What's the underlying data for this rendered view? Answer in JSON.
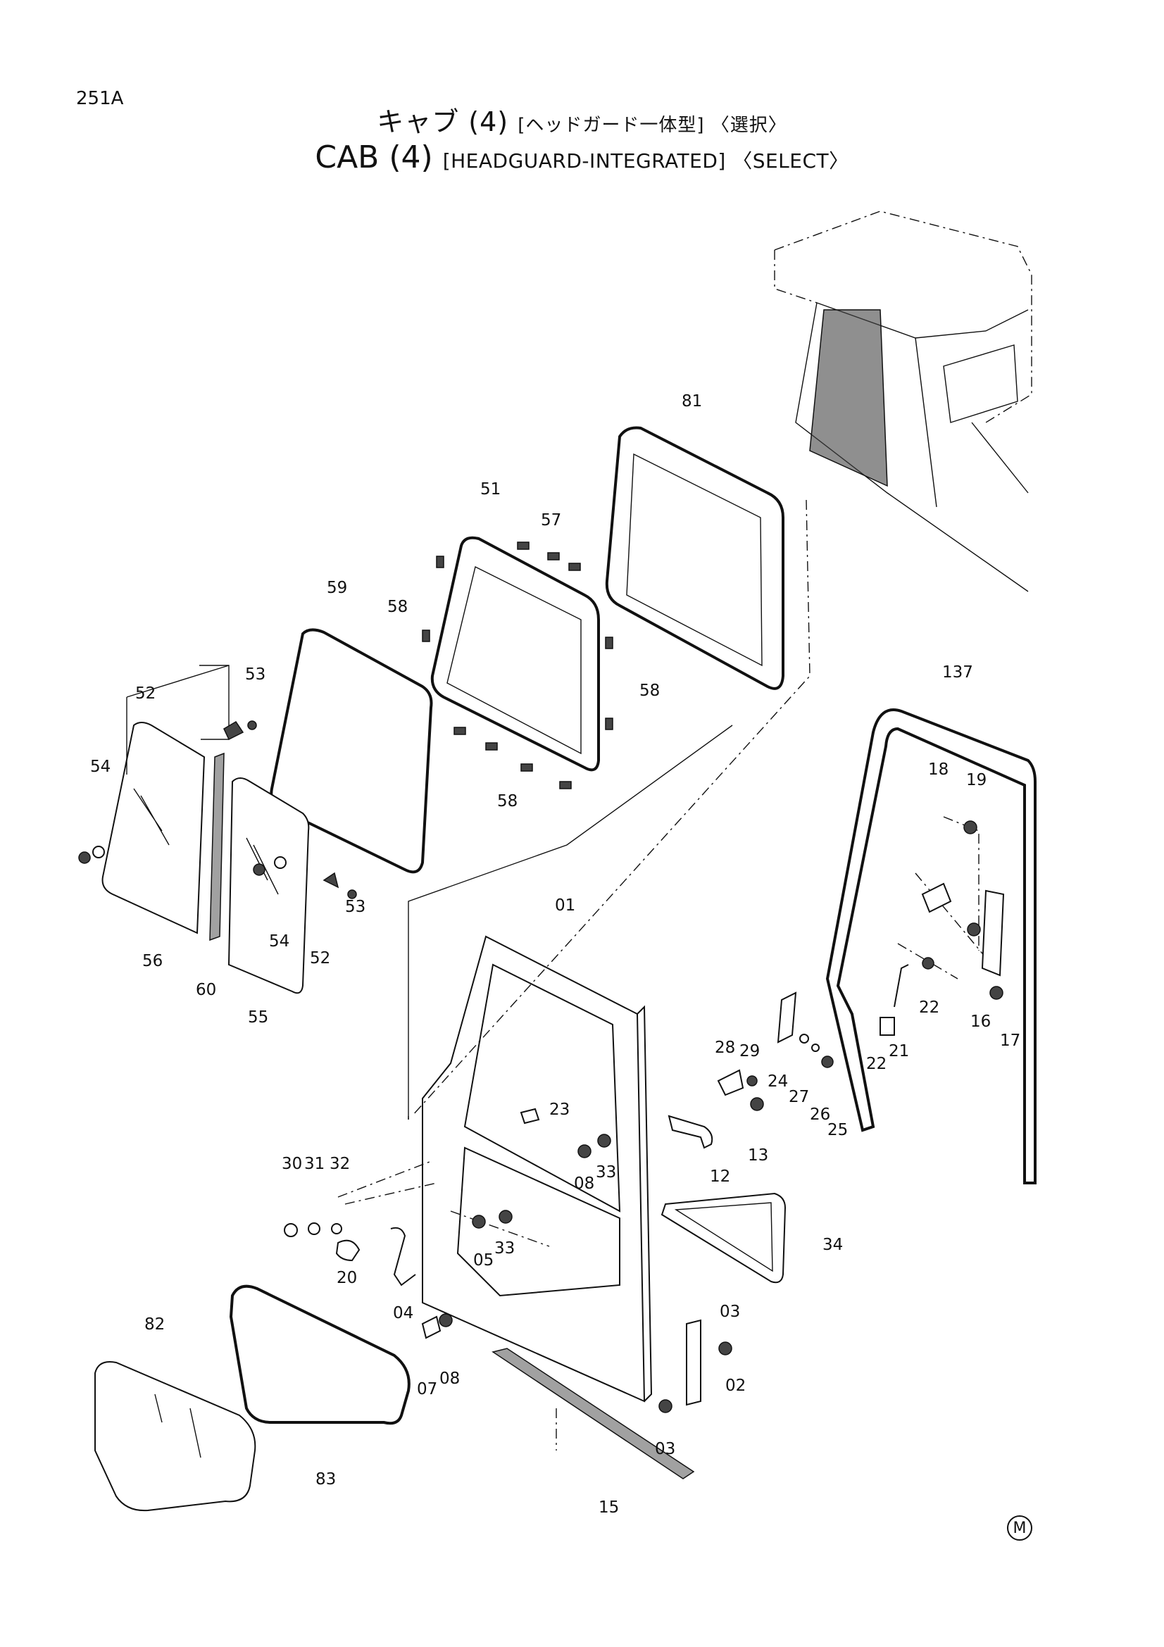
{
  "header": {
    "page_number": "251A",
    "title_jp_main": "キャブ (4)",
    "title_jp_sub": "[ヘッドガード一体型] 〈選択〉",
    "title_en_main": "CAB (4)",
    "title_en_sub": "[HEADGUARD-INTEGRATED] 〈SELECT〉"
  },
  "footer": {
    "mark": "M"
  },
  "callouts": [
    {
      "id": "c81",
      "text": "81"
    },
    {
      "id": "c51",
      "text": "51"
    },
    {
      "id": "c57",
      "text": "57"
    },
    {
      "id": "c59",
      "text": "59"
    },
    {
      "id": "c58a",
      "text": "58"
    },
    {
      "id": "c58b",
      "text": "58"
    },
    {
      "id": "c58c",
      "text": "58"
    },
    {
      "id": "c52a",
      "text": "52"
    },
    {
      "id": "c53a",
      "text": "53"
    },
    {
      "id": "c54a",
      "text": "54"
    },
    {
      "id": "c56",
      "text": "56"
    },
    {
      "id": "c60",
      "text": "60"
    },
    {
      "id": "c54b",
      "text": "54"
    },
    {
      "id": "c53b",
      "text": "53"
    },
    {
      "id": "c52b",
      "text": "52"
    },
    {
      "id": "c55",
      "text": "55"
    },
    {
      "id": "c137",
      "text": "137"
    },
    {
      "id": "c18",
      "text": "18"
    },
    {
      "id": "c19",
      "text": "19"
    },
    {
      "id": "c01",
      "text": "01"
    },
    {
      "id": "c22a",
      "text": "22"
    },
    {
      "id": "c16",
      "text": "16"
    },
    {
      "id": "c22b",
      "text": "22"
    },
    {
      "id": "c21",
      "text": "21"
    },
    {
      "id": "c17",
      "text": "17"
    },
    {
      "id": "c28",
      "text": "28"
    },
    {
      "id": "c29",
      "text": "29"
    },
    {
      "id": "c24",
      "text": "24"
    },
    {
      "id": "c27",
      "text": "27"
    },
    {
      "id": "c26",
      "text": "26"
    },
    {
      "id": "c25",
      "text": "25"
    },
    {
      "id": "c23",
      "text": "23"
    },
    {
      "id": "c13",
      "text": "13"
    },
    {
      "id": "c12",
      "text": "12"
    },
    {
      "id": "c30",
      "text": "30"
    },
    {
      "id": "c31",
      "text": "31"
    },
    {
      "id": "c32",
      "text": "32"
    },
    {
      "id": "c08a",
      "text": "08"
    },
    {
      "id": "c33a",
      "text": "33"
    },
    {
      "id": "c05",
      "text": "05"
    },
    {
      "id": "c33b",
      "text": "33"
    },
    {
      "id": "c34",
      "text": "34"
    },
    {
      "id": "c20",
      "text": "20"
    },
    {
      "id": "c04",
      "text": "04"
    },
    {
      "id": "c03a",
      "text": "03"
    },
    {
      "id": "c82",
      "text": "82"
    },
    {
      "id": "c07",
      "text": "07"
    },
    {
      "id": "c08b",
      "text": "08"
    },
    {
      "id": "c02",
      "text": "02"
    },
    {
      "id": "c03b",
      "text": "03"
    },
    {
      "id": "c83",
      "text": "83"
    },
    {
      "id": "c15",
      "text": "15"
    }
  ]
}
